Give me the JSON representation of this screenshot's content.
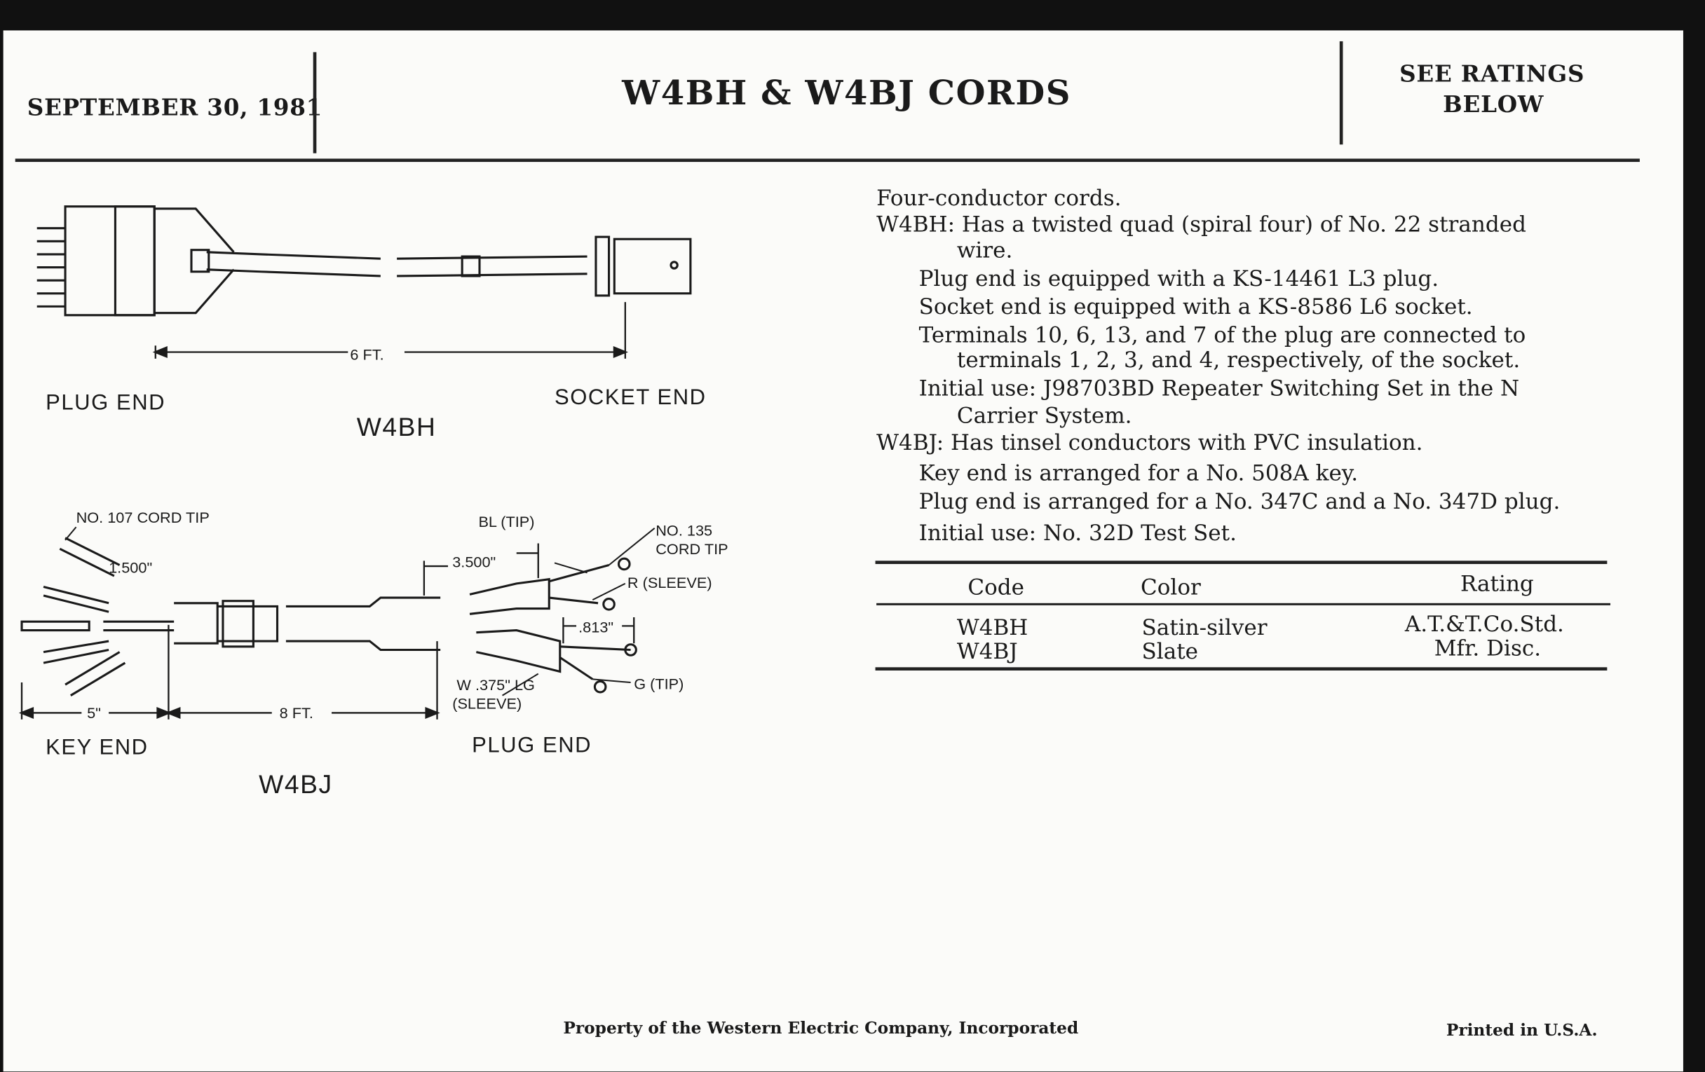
{
  "header": {
    "date": "SEPTEMBER 30, 1981",
    "title": "W4BH & W4BJ CORDS",
    "ratings_note_line1": "SEE RATINGS",
    "ratings_note_line2": "BELOW"
  },
  "diagram_w4bh": {
    "name": "W4BH",
    "plug_end": "PLUG END",
    "socket_end": "SOCKET END",
    "length": "6 FT."
  },
  "diagram_w4bj": {
    "name": "W4BJ",
    "key_end": "KEY END",
    "plug_end": "PLUG END",
    "length": "8 FT.",
    "key_length": "5\"",
    "tip_107": "NO. 107 CORD TIP",
    "dim_1500": "1.500\"",
    "bl_tip": "BL (TIP)",
    "tip_135_line1": "NO. 135",
    "tip_135_line2": "CORD TIP",
    "dim_3500": "3.500\"",
    "r_sleeve": "R (SLEEVE)",
    "dim_813": ".813\"",
    "w_lg_line1": "W .375\" LG",
    "w_lg_line2": "(SLEEVE)",
    "g_tip": "G (TIP)"
  },
  "description": {
    "intro": "Four-conductor cords.",
    "w4bh_line1": "W4BH:  Has a twisted quad (spiral four) of No. 22 stranded",
    "w4bh_line2": "wire.",
    "w4bh_plug": "Plug end is equipped with a KS-14461 L3 plug.",
    "w4bh_socket": "Socket end is equipped with a KS-8586 L6 socket.",
    "w4bh_terminals1": "Terminals 10, 6, 13, and 7 of the plug are connected to",
    "w4bh_terminals2": "terminals 1, 2, 3, and 4, respectively, of the socket.",
    "w4bh_use1": "Initial use:  J98703BD Repeater Switching Set in the N",
    "w4bh_use2": "Carrier System.",
    "w4bj_line1": "W4BJ:  Has tinsel conductors with PVC insulation.",
    "w4bj_key": "Key end is arranged for a No. 508A key.",
    "w4bj_plug": "Plug end is arranged for a No. 347C and a No. 347D plug.",
    "w4bj_use": "Initial use:  No. 32D Test Set."
  },
  "ratings_table": {
    "headers": [
      "Code",
      "Color",
      "Rating"
    ],
    "rows": [
      [
        "W4BH",
        "Satin-silver",
        "A.T.&T.Co.Std."
      ],
      [
        "W4BJ",
        "Slate",
        "Mfr. Disc."
      ]
    ]
  },
  "footer": {
    "property": "Property of the Western Electric Company, Incorporated",
    "printed": "Printed in U.S.A."
  }
}
